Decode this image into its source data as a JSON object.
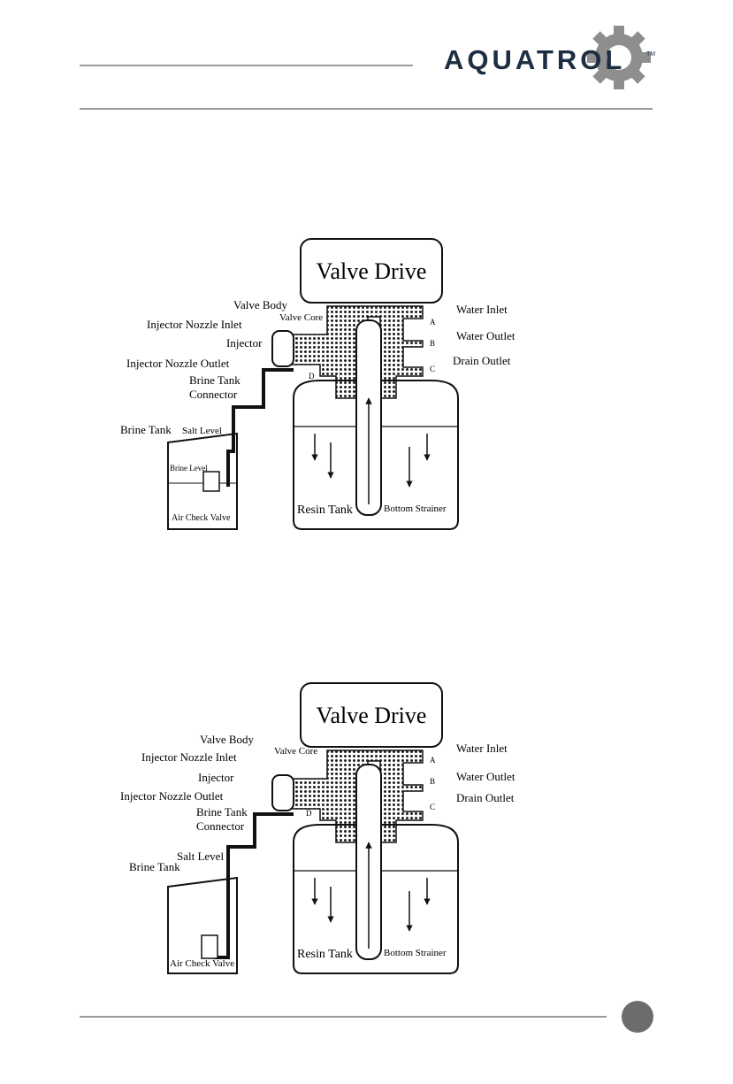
{
  "header": {
    "logo_text": "AQUATROL",
    "logo_tm": "TM",
    "logo_icon": "gear-icon",
    "accent_color": "#2aa8c8",
    "dark_color": "#1d2e42"
  },
  "diagrams": [
    {
      "labels": {
        "valve_drive": "Valve Drive",
        "valve_body": "Valve Body",
        "valve_core": "Valve Core",
        "injector_nozzle_inlet": "Injector Nozzle Inlet",
        "injector": "Injector",
        "injector_nozzle_outlet": "Injector Nozzle  Outlet",
        "brine_tank_connector_1": "Brine Tank",
        "brine_tank_connector_2": "Connector",
        "brine_tank": "Brine Tank",
        "salt_level": "Salt Level",
        "brine_level": "Brine Level",
        "air_check_valve": "Air Check Valve",
        "resin_tank": "Resin Tank",
        "bottom_strainer": "Bottom Strainer",
        "water_inlet": "Water Inlet",
        "water_outlet": "Water Outlet",
        "drain_outlet": "Drain Outlet",
        "port_a": "A",
        "port_b": "B",
        "port_c": "C",
        "port_d": "D"
      }
    },
    {
      "labels": {
        "valve_drive": "Valve Drive",
        "valve_body": "Valve Body",
        "valve_core": "Valve Core",
        "injector_nozzle_inlet": "Injector Nozzle Inlet",
        "injector": "Injector",
        "injector_nozzle_outlet": "Injector Nozzle  Outlet",
        "brine_tank_connector_1": "Brine Tank",
        "brine_tank_connector_2": "Connector",
        "brine_tank": "Brine Tank",
        "salt_level": "Salt Level",
        "air_check_valve": "Air Check Valve",
        "resin_tank": "Resin Tank",
        "bottom_strainer": "Bottom Strainer",
        "water_inlet": "Water Inlet",
        "water_outlet": "Water Outlet",
        "drain_outlet": "Drain Outlet",
        "port_a": "A",
        "port_b": "B",
        "port_c": "C",
        "port_d": "D"
      }
    }
  ]
}
